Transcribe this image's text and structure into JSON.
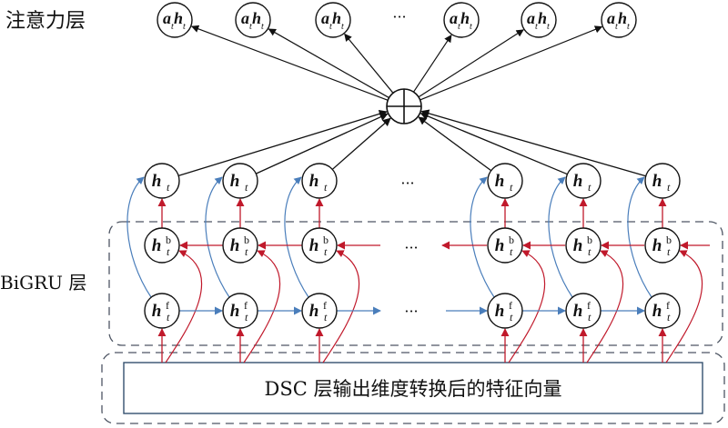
{
  "labels": {
    "attention_layer": "注意力层",
    "bigru_layer": "BiGRU 层",
    "dsc_output": "DSC 层输出维度转换后的特征向量",
    "ellipsis": "···"
  },
  "nodes": {
    "attention": {
      "main": "a",
      "main2": "h",
      "sub": "t",
      "sub2": "t"
    },
    "hidden": {
      "main": "h",
      "sub": "t"
    },
    "backward": {
      "main": "h",
      "sup": "b",
      "sub": "t"
    },
    "forward": {
      "main": "h",
      "sup": "f",
      "sub": "t"
    }
  },
  "colors": {
    "forward_arrow": "#4a7ebb",
    "backward_arrow": "#c0192b",
    "black": "#111111",
    "dash_border": "#4d5563"
  }
}
